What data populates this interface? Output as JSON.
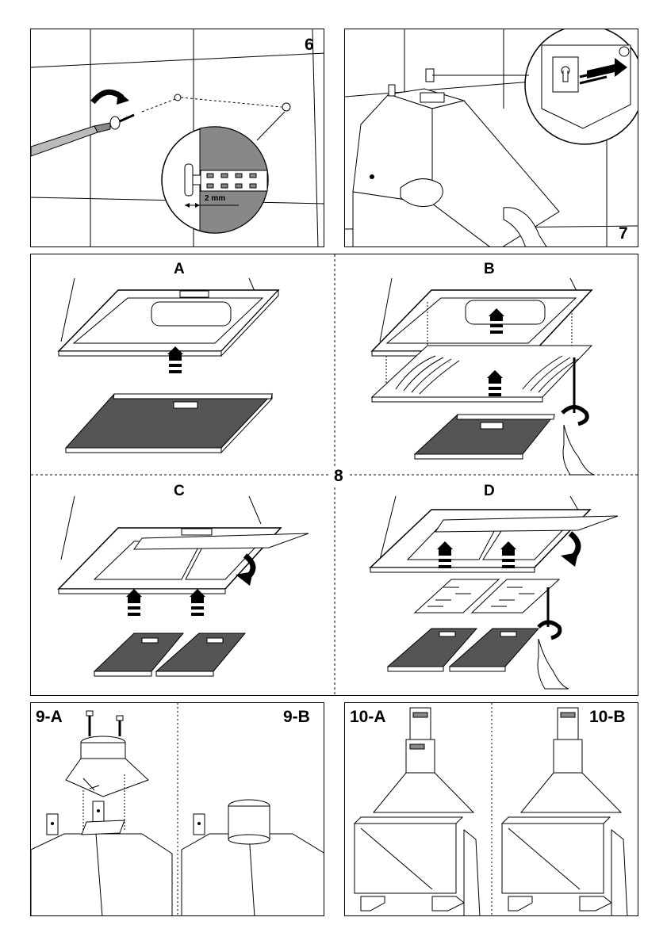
{
  "labels": {
    "step6": "6",
    "step7": "7",
    "step8": "8",
    "a": "A",
    "b": "B",
    "c": "C",
    "d": "D",
    "step9a": "9-A",
    "step9b": "9-B",
    "step10a": "10-A",
    "step10b": "10-B",
    "gap": "2 mm"
  }
}
